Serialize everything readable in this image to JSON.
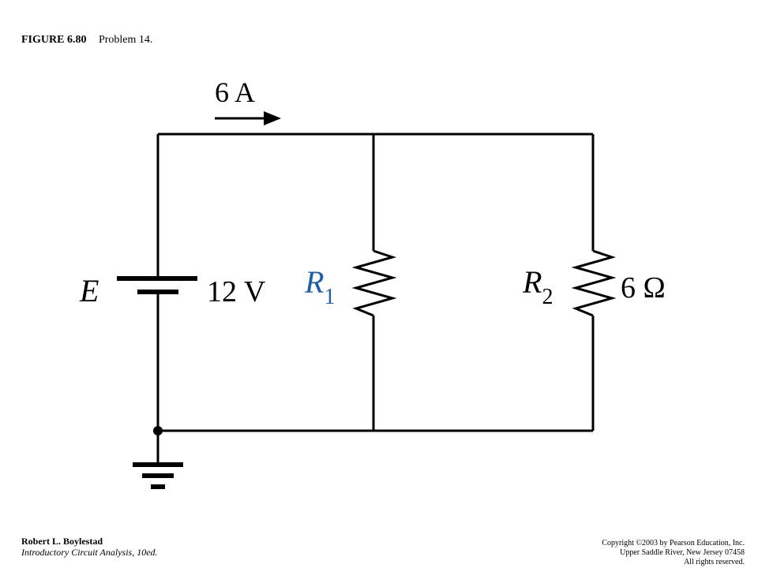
{
  "caption": {
    "figure": "FIGURE 6.80",
    "text": "Problem 14."
  },
  "circuit": {
    "current_label": "6 A",
    "source_label": "E",
    "source_value": "12 V",
    "r1_label": "R",
    "r1_sub": "1",
    "r2_label": "R",
    "r2_sub": "2",
    "r2_value": "6 Ω",
    "colors": {
      "wire": "#000000",
      "r1_label": "#1f5fa8"
    }
  },
  "footer": {
    "author": "Robert L. Boylestad",
    "book": "Introductory Circuit Analysis, 10ed.",
    "copyright_lines": [
      "Copyright ©2003 by Pearson Education, Inc.",
      "Upper Saddle River, New Jersey 07458",
      "All rights reserved."
    ]
  }
}
